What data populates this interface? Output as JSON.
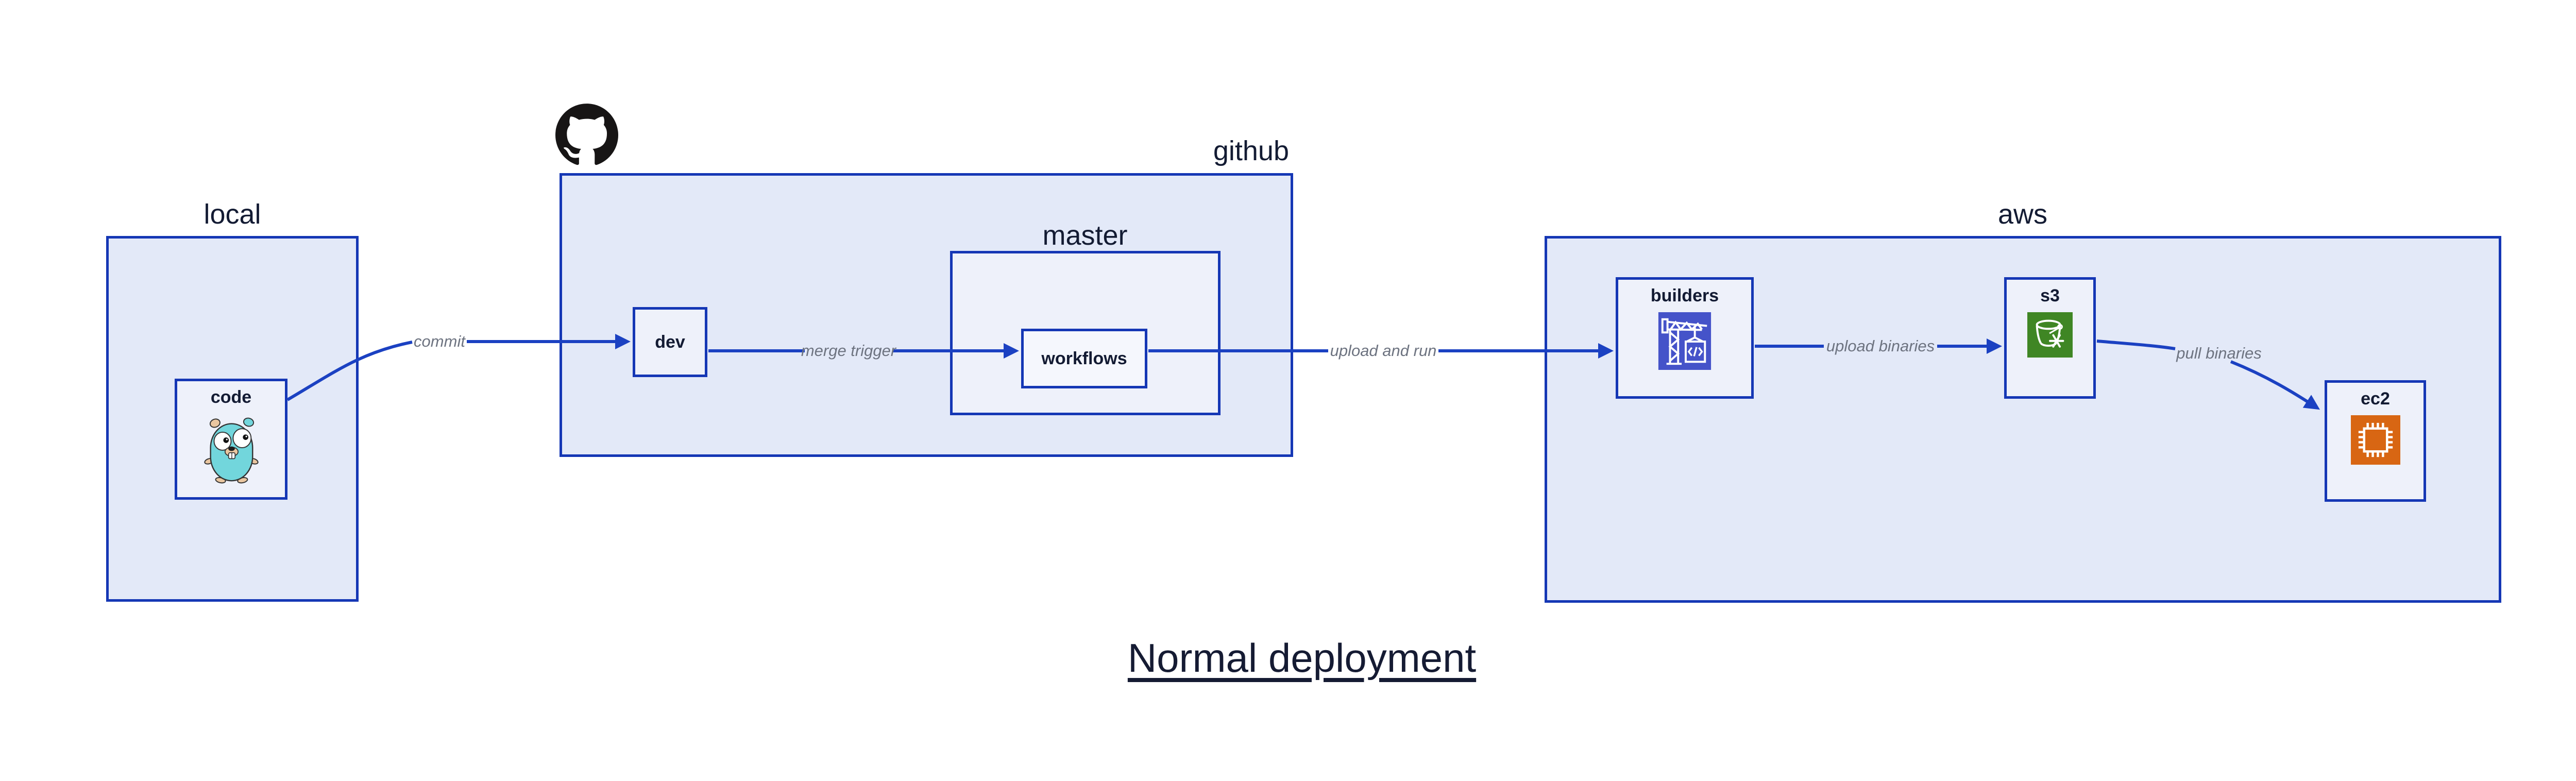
{
  "title": {
    "text": "Normal deployment"
  },
  "groups": {
    "local": {
      "label": "local"
    },
    "github": {
      "label": "github",
      "logo": "github-octocat-icon"
    },
    "master": {
      "label": "master"
    },
    "aws": {
      "label": "aws"
    }
  },
  "nodes": {
    "code": {
      "label": "code",
      "icon": "go-gopher-icon"
    },
    "dev": {
      "label": "dev"
    },
    "workflows": {
      "label": "workflows"
    },
    "builders": {
      "label": "builders",
      "icon": "aws-codebuild-icon"
    },
    "s3": {
      "label": "s3",
      "icon": "aws-s3-glacier-bucket-icon"
    },
    "ec2": {
      "label": "ec2",
      "icon": "aws-ec2-chip-icon"
    }
  },
  "edges": [
    {
      "id": "commit",
      "from": "code",
      "to": "dev",
      "label": "commit"
    },
    {
      "id": "merge-trigger",
      "from": "dev",
      "to": "workflows",
      "label": "merge trigger"
    },
    {
      "id": "upload-and-run",
      "from": "workflows",
      "to": "builders",
      "label": "upload and run"
    },
    {
      "id": "upload-binaries",
      "from": "builders",
      "to": "s3",
      "label": "upload binaries"
    },
    {
      "id": "pull-binaries",
      "from": "s3",
      "to": "ec2",
      "label": "pull binaries"
    }
  ],
  "colors": {
    "box_border": "#1537b5",
    "arrow": "#1b41c2",
    "group_fill": "#e3e9f8",
    "node_fill": "#eef1fa",
    "innermost_fill": "#f5f7fd",
    "label_text": "#131b33",
    "edge_label_text": "#6d7380",
    "github_logo": "#171515",
    "codebuild_icon_bg": "#4553c9",
    "s3_icon_bg": "#3f8624",
    "ec2_icon_bg": "#d86613",
    "gopher_body": "#72d6dc"
  }
}
